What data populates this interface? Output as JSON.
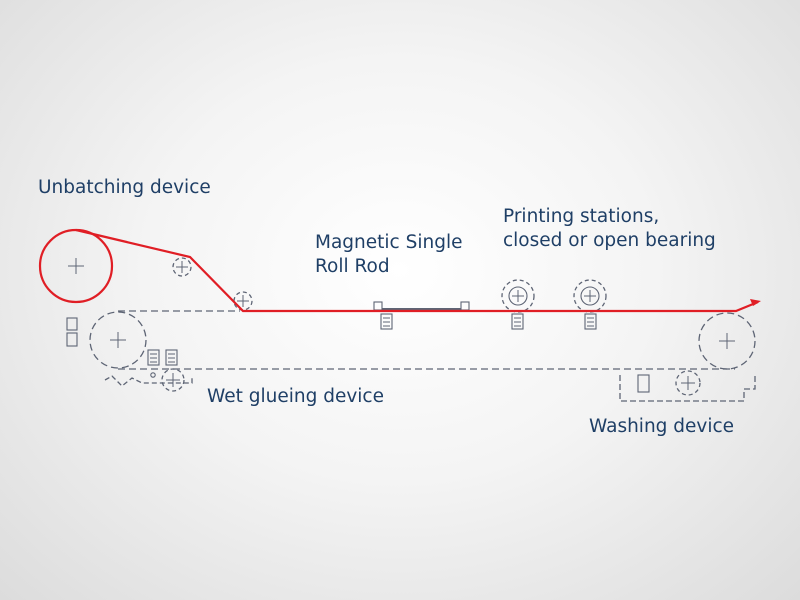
{
  "labels": {
    "unbatching": "Unbatching device",
    "magnetic_line1": "Magnetic Single",
    "magnetic_line2": "Roll Rod",
    "printing_line1": "Printing stations,",
    "printing_line2": "closed or open bearing",
    "wet_glueing": "Wet glueing device",
    "washing": "Washing device"
  },
  "colors": {
    "web_path": "#e01e25",
    "machine_outline": "#5e6575",
    "label_text": "#1f3f66"
  }
}
